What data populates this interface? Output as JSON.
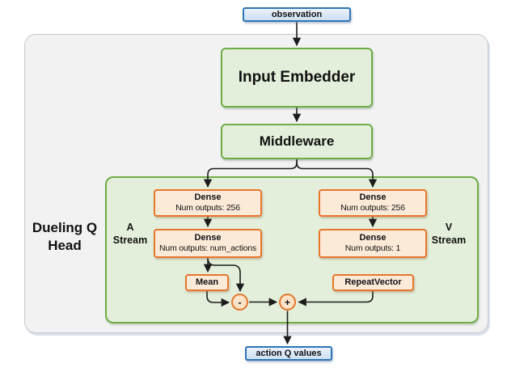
{
  "io": {
    "input": "observation",
    "output": "action Q values"
  },
  "blocks": {
    "input_embedder": "Input Embedder",
    "middleware": "Middleware"
  },
  "head": {
    "label": "Dueling Q Head",
    "a_stream": {
      "label": "A Stream",
      "dense1": {
        "title": "Dense",
        "subtitle": "Num outputs: 256"
      },
      "dense2": {
        "title": "Dense",
        "subtitle": "Num outputs: num_actions"
      },
      "reducer": "Mean",
      "operator": "-"
    },
    "v_stream": {
      "label": "V Stream",
      "dense1": {
        "title": "Dense",
        "subtitle": "Num outputs: 256"
      },
      "dense2": {
        "title": "Dense",
        "subtitle": "Num outputs: 1"
      },
      "reducer": "RepeatVector",
      "operator": "+"
    }
  },
  "colors": {
    "blue_border": "#2e75b6",
    "blue_fill_top": "#eaf2fb",
    "blue_fill_bot": "#cde0f2",
    "green_border": "#70ad47",
    "green_fill": "#e3efda",
    "orange_border": "#e8762c",
    "orange_fill": "#fcead9",
    "orange_circle_fill": "#fde3c8",
    "container_fill": "#f2f2f2",
    "container_border": "#c5c9d0",
    "arrow": "#1c1c1c"
  }
}
